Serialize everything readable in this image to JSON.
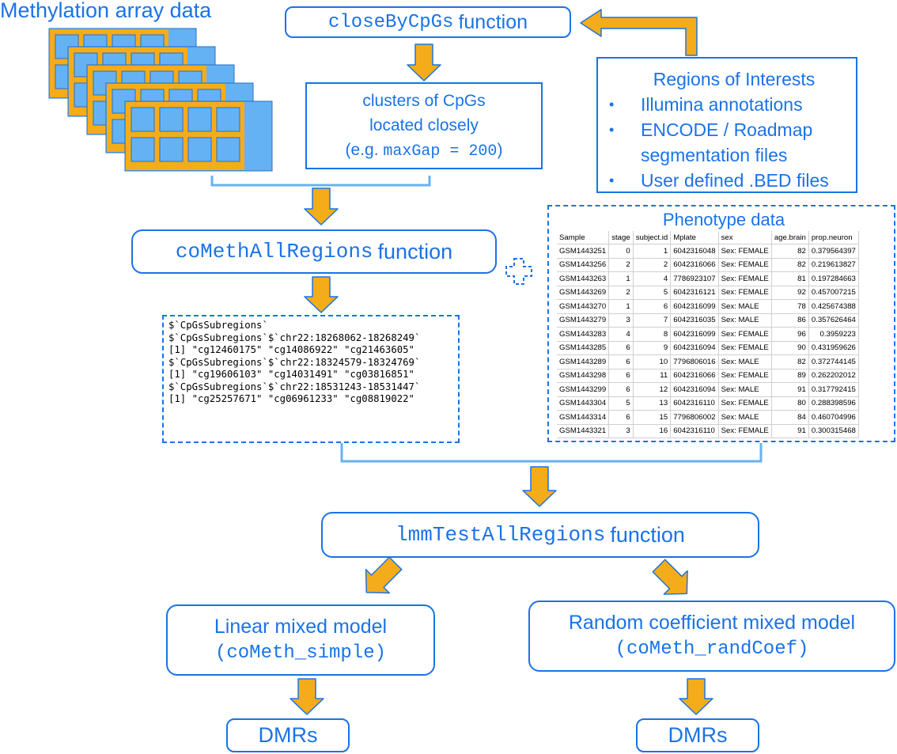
{
  "title": "Methylation array data",
  "close_fn": {
    "code": "closeByCpGs",
    "label": "function"
  },
  "clusters": {
    "line1": "clusters of CpGs",
    "line2": "located closely",
    "line3_pre": "(e.g. ",
    "line3_code": "maxGap = 200",
    "line3_post": ")"
  },
  "regions": {
    "title": "Regions of Interests",
    "items": [
      "Illumina annotations",
      "ENCODE / Roadmap segmentation files",
      "User defined .BED files"
    ]
  },
  "cometh_fn": {
    "code": "coMethAllRegions",
    "label": "function"
  },
  "plus_icon": "plus-icon",
  "code_output": [
    "$`CpGsSubregions`",
    "$`CpGsSubregions`$`chr22:18268062-18268249`",
    "[1] \"cg12460175\" \"cg14086922\" \"cg21463605\"",
    "",
    "$`CpGsSubregions`$`chr22:18324579-18324769`",
    "[1] \"cg19606103\" \"cg14031491\" \"cg03816851\"",
    "",
    "$`CpGsSubregions`$`chr22:18531243-18531447`",
    "[1] \"cg25257671\" \"cg06961233\" \"cg08819022\""
  ],
  "phenotype": {
    "title": "Phenotype data",
    "columns": [
      "Sample",
      "stage",
      "subject.id",
      "Mplate",
      "sex",
      "age.brain",
      "prop.neuron"
    ],
    "rows": [
      [
        "GSM1443251",
        "0",
        "1",
        "6042316048",
        "Sex: FEMALE",
        "82",
        "0.379564397"
      ],
      [
        "GSM1443256",
        "2",
        "2",
        "6042316066",
        "Sex: FEMALE",
        "82",
        "0.219613827"
      ],
      [
        "GSM1443263",
        "1",
        "4",
        "7786923107",
        "Sex: FEMALE",
        "81",
        "0.197284663"
      ],
      [
        "GSM1443269",
        "2",
        "5",
        "6042316121",
        "Sex: FEMALE",
        "92",
        "0.457007215"
      ],
      [
        "GSM1443270",
        "1",
        "6",
        "6042316099",
        "Sex: MALE",
        "78",
        "0.425674388"
      ],
      [
        "GSM1443279",
        "3",
        "7",
        "6042316035",
        "Sex: MALE",
        "86",
        "0.357626464"
      ],
      [
        "GSM1443283",
        "4",
        "8",
        "6042316099",
        "Sex: FEMALE",
        "96",
        "0.3959223"
      ],
      [
        "GSM1443285",
        "6",
        "9",
        "6042316094",
        "Sex: FEMALE",
        "90",
        "0.431959626"
      ],
      [
        "GSM1443289",
        "6",
        "10",
        "7796806016",
        "Sex: MALE",
        "82",
        "0.372744145"
      ],
      [
        "GSM1443298",
        "6",
        "11",
        "6042316066",
        "Sex: FEMALE",
        "89",
        "0.262202012"
      ],
      [
        "GSM1443299",
        "6",
        "12",
        "6042316094",
        "Sex: MALE",
        "91",
        "0.317792415"
      ],
      [
        "GSM1443304",
        "5",
        "13",
        "6042316110",
        "Sex: FEMALE",
        "80",
        "0.288398596"
      ],
      [
        "GSM1443314",
        "6",
        "15",
        "7796806002",
        "Sex: MALE",
        "84",
        "0.460704996"
      ],
      [
        "GSM1443321",
        "3",
        "16",
        "6042316110",
        "Sex: FEMALE",
        "91",
        "0.300315468"
      ]
    ]
  },
  "lmm_fn": {
    "code": "lmmTestAllRegions",
    "label": "function"
  },
  "linear": {
    "title": "Linear mixed model",
    "code": "(coMeth_simple)"
  },
  "random": {
    "title": "Random coefficient mixed model",
    "code": "(coMeth_randCoef)"
  },
  "dmr_left": "DMRs",
  "dmr_right": "DMRs",
  "colors": {
    "accent": "#1a73e8",
    "arrow": "#f5ac1a",
    "bracket": "#6ab0f0",
    "chip_fill": "#64b2f4",
    "chip_frame": "#f5ac1a"
  }
}
